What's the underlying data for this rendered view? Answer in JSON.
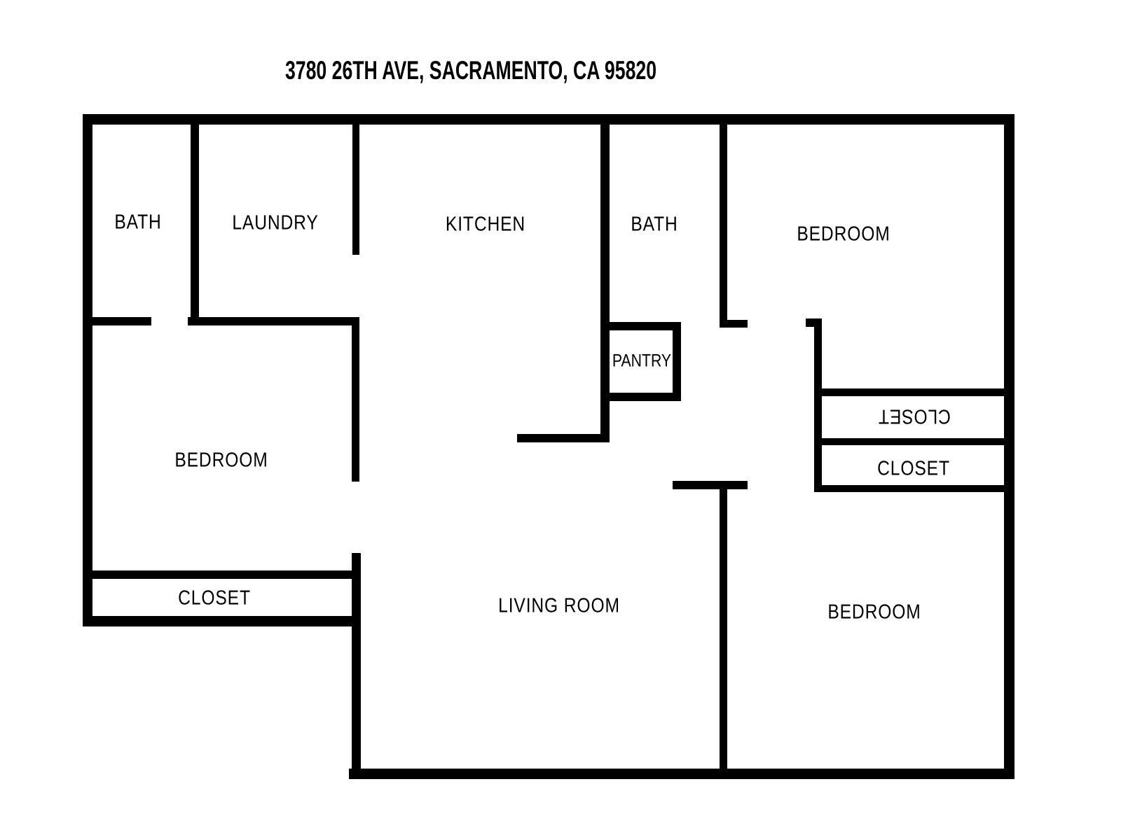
{
  "title": "3780 26TH AVE, SACRAMENTO, CA 95820",
  "colors": {
    "walls": "#000000",
    "background": "#ffffff",
    "text": "#000000"
  },
  "rooms": [
    {
      "id": "bath-1",
      "label": "BATH"
    },
    {
      "id": "laundry",
      "label": "LAUNDRY"
    },
    {
      "id": "kitchen",
      "label": "KITCHEN"
    },
    {
      "id": "bath-2",
      "label": "BATH"
    },
    {
      "id": "bedroom-top-right",
      "label": "BEDROOM"
    },
    {
      "id": "pantry",
      "label": "PANTRY"
    },
    {
      "id": "closet-upper-right",
      "label": "CLOSET",
      "orientation": "rotated-180"
    },
    {
      "id": "closet-lower-right",
      "label": "CLOSET"
    },
    {
      "id": "bedroom-left",
      "label": "BEDROOM"
    },
    {
      "id": "closet-bottom-left",
      "label": "CLOSET"
    },
    {
      "id": "living-room",
      "label": "LIVING ROOM"
    },
    {
      "id": "bedroom-bottom-right",
      "label": "BEDROOM"
    }
  ]
}
